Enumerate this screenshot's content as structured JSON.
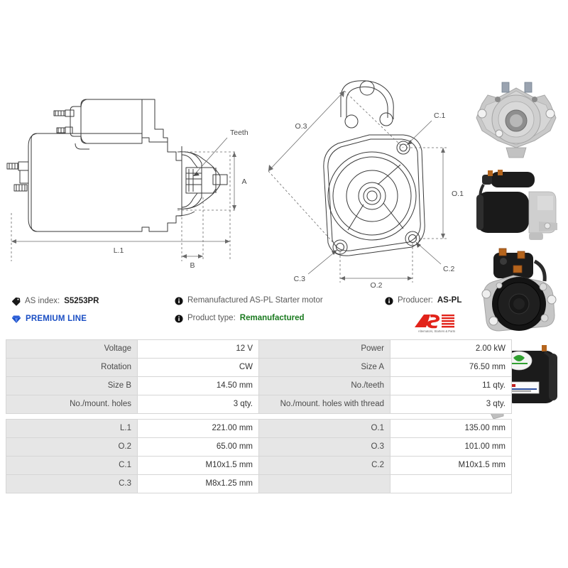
{
  "info": {
    "row1": {
      "as_index_label": "AS index:",
      "as_index_value": "S5253PR",
      "description": "Remanufactured AS-PL Starter motor",
      "producer_label": "Producer:",
      "producer_value": "AS-PL"
    },
    "row2": {
      "premium_line": "PREMIUM LINE",
      "product_type_label": "Product type:",
      "product_type_value": "Remanufactured"
    },
    "icons": {
      "tag": "tag-icon",
      "info": "info-icon",
      "gem": "gem-icon"
    },
    "logo": {
      "mark": "AS",
      "tagline": "Alternators, Starters & Parts"
    }
  },
  "drawings": {
    "side_view": {
      "name": "starter-motor-side-view",
      "labels": {
        "teeth": "Teeth",
        "length": "L.1",
        "height": "A",
        "width": "B"
      }
    },
    "front_view": {
      "name": "starter-motor-front-view",
      "labels": {
        "o1": "O.1",
        "o2": "O.2",
        "o3": "O.3",
        "c1": "C.1",
        "c2": "C.2",
        "c3": "C.3"
      }
    }
  },
  "photos": [
    {
      "name": "photo-drive-end-front",
      "caption": ""
    },
    {
      "name": "photo-starter-side-black",
      "caption": ""
    },
    {
      "name": "photo-solenoid-front",
      "caption": ""
    },
    {
      "name": "photo-starter-side-label",
      "caption": ""
    }
  ],
  "spec_table": {
    "group1": [
      {
        "k1": "Voltage",
        "v1": "12 V",
        "k2": "Power",
        "v2": "2.00 kW"
      },
      {
        "k1": "Rotation",
        "v1": "CW",
        "k2": "Size A",
        "v2": "76.50 mm"
      },
      {
        "k1": "Size B",
        "v1": "14.50 mm",
        "k2": "No./teeth",
        "v2": "11 qty."
      },
      {
        "k1": "No./mount. holes",
        "v1": "3 qty.",
        "k2": "No./mount. holes with thread",
        "v2": "3 qty."
      }
    ],
    "group2": [
      {
        "k1": "L.1",
        "v1": "221.00 mm",
        "k2": "O.1",
        "v2": "135.00 mm"
      },
      {
        "k1": "O.2",
        "v1": "65.00 mm",
        "k2": "O.3",
        "v2": "101.00 mm"
      },
      {
        "k1": "C.1",
        "v1": "M10x1.5 mm",
        "k2": "C.2",
        "v2": "M10x1.5 mm"
      },
      {
        "k1": "C.3",
        "v1": "M8x1.25 mm",
        "k2": "",
        "v2": ""
      }
    ]
  },
  "colors": {
    "premium_blue": "#1b4fc4",
    "product_type_green": "#1a7a1f",
    "logo_red": "#e2231a",
    "table_key_bg": "#e6e6e6",
    "table_border": "#d6d6d6"
  }
}
